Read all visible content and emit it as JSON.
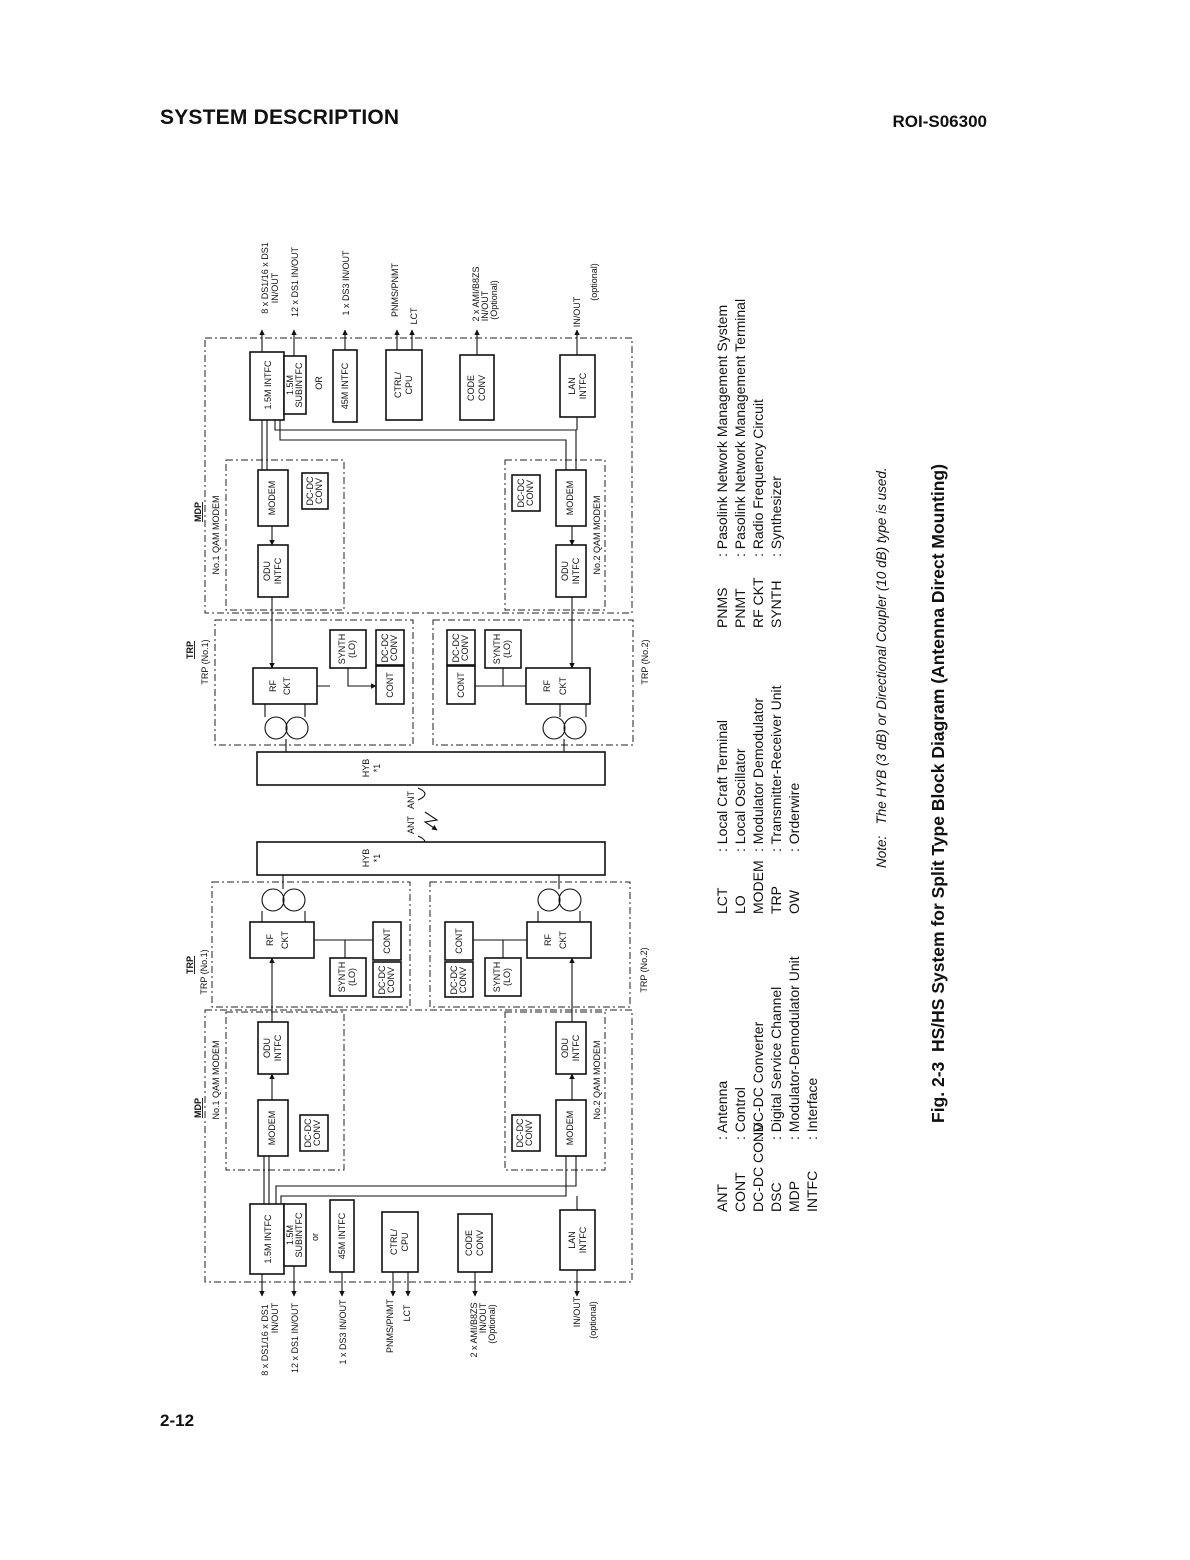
{
  "header": {
    "section": "SYSTEM DESCRIPTION",
    "doc_id": "ROI-S06300"
  },
  "page_number": "2-12",
  "diagram": {
    "sides": [
      {
        "id": "top",
        "mdp_label": "MDP",
        "io_labels": {
          "ds1_a": "8 x DS1/16 x DS1",
          "ds1_b": "IN/OUT",
          "ds1_12": "12 x DS1 IN/OUT",
          "ds3": "1 x DS3 IN/OUT",
          "pnms": "PNMS/PNMT",
          "lct": "LCT",
          "ami_a": "2 x AMI/B8ZS",
          "ami_b": "IN/OUT",
          "ami_c": "(Optional)",
          "lan_a": "IN/OUT",
          "lan_b": "(optional)"
        },
        "blocks": {
          "intfc15_a": "1.5M INTFC",
          "sub_a": "1.5M",
          "sub_b": "SUBINTFC",
          "or": "OR",
          "intfc45": "45M INTFC",
          "ctrl_a": "CTRL/",
          "ctrl_b": "CPU",
          "code_a": "CODE",
          "code_b": "CONV",
          "lan_a": "LAN",
          "lan_b": "INTFC"
        },
        "modem1": {
          "label": "No.1 QAM MODEM",
          "modem": "MODEM",
          "dcdc_a": "DC-DC",
          "dcdc_b": "CONV",
          "odu_a": "ODU",
          "odu_b": "INTFC"
        },
        "modem2": {
          "label": "No.2 QAM MODEM",
          "modem": "MODEM",
          "dcdc_a": "DC-DC",
          "dcdc_b": "CONV",
          "odu_a": "ODU",
          "odu_b": "INTFC"
        },
        "trp_label": "TRP",
        "trp1": {
          "label": "TRP (No.1)",
          "rf_a": "RF",
          "rf_b": "CKT",
          "synth_a": "SYNTH",
          "synth_b": "(LO)",
          "cont": "CONT",
          "dcdc_a": "DC-DC",
          "dcdc_b": "CONV"
        },
        "trp2": {
          "label": "TRP (No.2)",
          "rf_a": "RF",
          "rf_b": "CKT",
          "synth_a": "SYNTH",
          "synth_b": "(LO)",
          "cont": "CONT",
          "dcdc_a": "DC-DC",
          "dcdc_b": "CONV"
        },
        "hyb_a": "HYB",
        "hyb_b": "*1",
        "ant": "ANT"
      },
      {
        "id": "bottom",
        "mdp_label": "MDP",
        "io_labels": {
          "ds1_a": "8 x DS1/16 x DS1",
          "ds1_b": "IN/OUT",
          "ds1_12": "12 x DS1 IN/OUT",
          "ds3": "1 x DS3 IN/OUT",
          "pnms": "PNMS/PNMT",
          "lct": "LCT",
          "ami_a": "2 x AMI/B8ZS",
          "ami_b": "IN/OUT",
          "ami_c": "(Optional)",
          "lan_a": "IN/OUT",
          "lan_b": "(optional)"
        },
        "blocks": {
          "intfc15_a": "1.5M INTFC",
          "sub_a": "1.5M",
          "sub_b": "SUBINTFC",
          "or": "or",
          "intfc45": "45M INTFC",
          "ctrl_a": "CTRL/",
          "ctrl_b": "CPU",
          "code_a": "CODE",
          "code_b": "CONV",
          "lan_a": "LAN",
          "lan_b": "INTFC"
        },
        "modem1": {
          "label": "No.1 QAM MODEM",
          "modem": "MODEM",
          "dcdc_a": "DC-DC",
          "dcdc_b": "CONV",
          "odu_a": "ODU",
          "odu_b": "INTFC"
        },
        "modem2": {
          "label": "No.2 QAM MODEM",
          "modem": "MODEM",
          "dcdc_a": "DC-DC",
          "dcdc_b": "CONV",
          "odu_a": "ODU",
          "odu_b": "INTFC"
        },
        "trp_label": "TRP",
        "trp1": {
          "label": "TRP (No.1)",
          "rf_a": "RF",
          "rf_b": "CKT",
          "synth_a": "SYNTH",
          "synth_b": "(LO)",
          "cont": "CONT",
          "dcdc_a": "DC-DC",
          "dcdc_b": "CONV"
        },
        "trp2": {
          "label": "TRP (No.2)",
          "rf_a": "RF",
          "rf_b": "CKT",
          "synth_a": "SYNTH",
          "synth_b": "(LO)",
          "cont": "CONT",
          "dcdc_a": "DC-DC",
          "dcdc_b": "CONV"
        },
        "hyb_a": "HYB",
        "hyb_b": "*1",
        "ant": "ANT"
      }
    ]
  },
  "legend": {
    "col1": [
      {
        "abbr": "ANT",
        "def": ": Antenna"
      },
      {
        "abbr": "CONT",
        "def": ": Control"
      },
      {
        "abbr": "DC-DC CONV",
        "def": ": DC-DC Converter"
      },
      {
        "abbr": "DSC",
        "def": ": Digital Service Channel"
      },
      {
        "abbr": "MDP",
        "def": ": Modulator-Demodulator Unit"
      },
      {
        "abbr": "INTFC",
        "def": ": Interface"
      }
    ],
    "col2": [
      {
        "abbr": "LCT",
        "def": ": Local Craft Terminal"
      },
      {
        "abbr": "LO",
        "def": ": Local Oscillator"
      },
      {
        "abbr": "MODEM",
        "def": ": Modulator Demodulator"
      },
      {
        "abbr": "TRP",
        "def": ": Transmitter-Receiver Unit"
      },
      {
        "abbr": "OW",
        "def": ": Orderwire"
      }
    ],
    "col3": [
      {
        "abbr": "PNMS",
        "def": ": Pasolink Network Management System"
      },
      {
        "abbr": "PNMT",
        "def": ": Pasolink Network Management Terminal"
      },
      {
        "abbr": "RF CKT",
        "def": ": Radio Frequency Circuit"
      },
      {
        "abbr": "SYNTH",
        "def": ": Synthesizer"
      }
    ]
  },
  "note": "Note:   The HYB (3 dB) or Directional Coupler (10 dB) type is used.",
  "caption": "Fig. 2-3  HS/HS System for Split Type Block Diagram (Antenna Direct Mounting)"
}
